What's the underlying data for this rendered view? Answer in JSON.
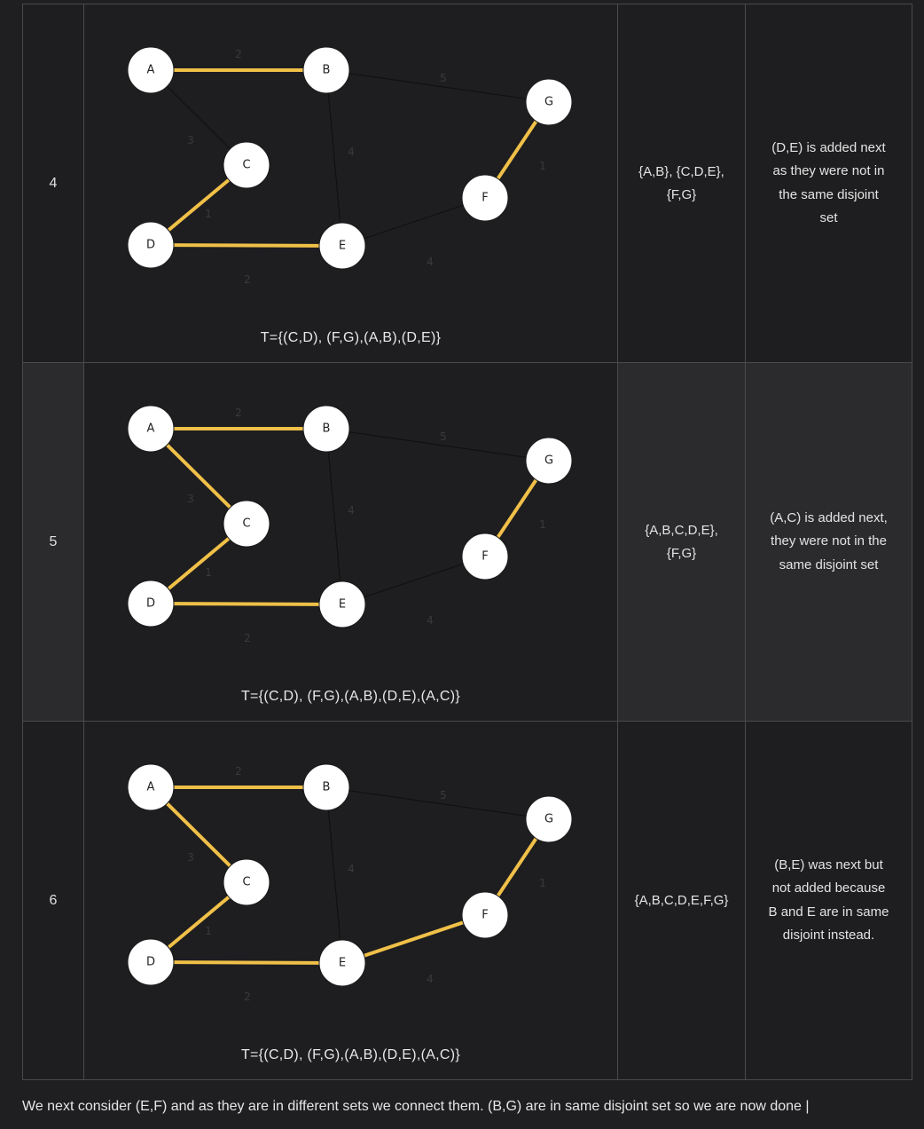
{
  "rows": [
    {
      "step": "4",
      "tree": "T={(C,D), (F,G),(A,B),(D,E)}",
      "sets": [
        "{A,B}, {C,D,E},",
        "{F,G}"
      ],
      "note": [
        "(D,E) is added next",
        "as they were not in",
        "the same disjoint",
        "set"
      ],
      "selected_edges": [
        "A-B",
        "C-D",
        "D-E",
        "F-G"
      ]
    },
    {
      "step": "5",
      "tree": "T={(C,D), (F,G),(A,B),(D,E),(A,C)}",
      "sets": [
        "{A,B,C,D,E},",
        "{F,G}"
      ],
      "note": [
        "(A,C) is added next,",
        "they were not in the",
        "same disjoint set"
      ],
      "selected_edges": [
        "A-B",
        "A-C",
        "C-D",
        "D-E",
        "F-G"
      ]
    },
    {
      "step": "6",
      "tree": "T={(C,D), (F,G),(A,B),(D,E),(A,C)}",
      "sets": [
        "{A,B,C,D,E,F,G}"
      ],
      "note": [
        "(B,E) was next but",
        "not added because",
        "B and E are in same",
        "disjoint instead."
      ],
      "selected_edges": [
        "A-B",
        "A-C",
        "C-D",
        "D-E",
        "F-G",
        "E-F"
      ]
    }
  ],
  "graph": {
    "nodes": [
      "A",
      "B",
      "C",
      "D",
      "E",
      "F",
      "G"
    ],
    "edges": [
      {
        "id": "A-B",
        "from": "A",
        "to": "B",
        "weight": "2"
      },
      {
        "id": "A-C",
        "from": "A",
        "to": "C",
        "weight": "3"
      },
      {
        "id": "C-D",
        "from": "C",
        "to": "D",
        "weight": "1"
      },
      {
        "id": "D-E",
        "from": "D",
        "to": "E",
        "weight": "2"
      },
      {
        "id": "B-E",
        "from": "B",
        "to": "E",
        "weight": "4"
      },
      {
        "id": "B-G",
        "from": "B",
        "to": "G",
        "weight": "5"
      },
      {
        "id": "E-F",
        "from": "E",
        "to": "F",
        "weight": "4"
      },
      {
        "id": "F-G",
        "from": "F",
        "to": "G",
        "weight": "1"
      }
    ]
  },
  "colors": {
    "selected_edge": "#f0c048",
    "edge": "#111111",
    "node_fill": "#ffffff"
  },
  "footer": "We next consider (E,F) and as they are in different sets we connect them. (B,G) are in same disjoint set so we are now done |"
}
